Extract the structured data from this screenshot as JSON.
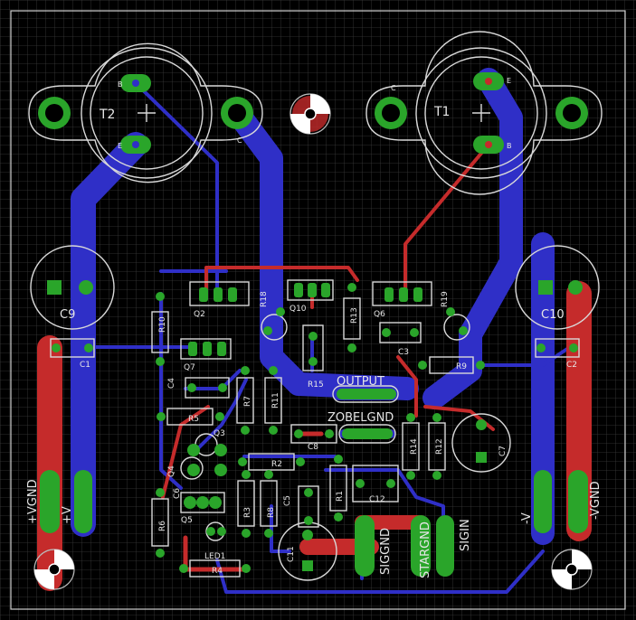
{
  "colors": {
    "background": "#000000",
    "grid": "#3a3a3a",
    "bottom_copper": "#2f2fc7",
    "top_copper": "#c52b2b",
    "pad": "#2aa52a",
    "silkscreen": "#d9d9d9",
    "board_outline": "#cfcfcf"
  },
  "transistors": [
    {
      "ref": "T2",
      "pin_e": "E",
      "pin_b": "B",
      "pin_c": "C"
    },
    {
      "ref": "T1",
      "pin_e": "E",
      "pin_b": "B",
      "pin_c": "C"
    }
  ],
  "capacitors": {
    "c9": "C9",
    "c10": "C10",
    "c1": "C1",
    "c2": "C2",
    "c3": "C3",
    "c4": "C4",
    "c5": "C5",
    "c6": "C6",
    "c7": "C7",
    "c8": "C8",
    "c11": "C11",
    "c12": "C12"
  },
  "resistors": {
    "r1": "R1",
    "r2": "R2",
    "r3": "R3",
    "r4": "R4",
    "r5": "R5",
    "r6": "R6",
    "r7": "R7",
    "r8": "R8",
    "r9": "R9",
    "r10": "R10",
    "r11": "R11",
    "r12": "R12",
    "r13": "R13",
    "r14": "R14",
    "r15": "R15",
    "r18": "R18",
    "r19": "R19"
  },
  "small_transistors": {
    "q2": "Q2",
    "q3": "Q3",
    "q4": "Q4",
    "q5": "Q5",
    "q6": "Q6",
    "q7": "Q7",
    "q10": "Q10"
  },
  "led": "LED1",
  "connectors": {
    "output": "OUTPUT",
    "zobelgnd": "ZOBELGND",
    "siggnd": "SIGGND",
    "stargnd": "STARGND",
    "sigin": "SIGIN",
    "plus_vgnd": "+VGND",
    "plus_v": "+V",
    "minus_v": "-V",
    "minus_vgnd": "-VGND"
  }
}
